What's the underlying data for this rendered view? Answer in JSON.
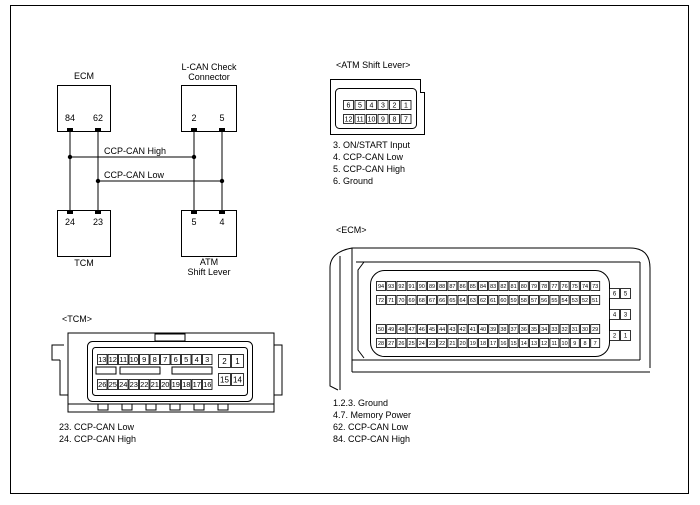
{
  "diagram": {
    "top": {
      "ecm": {
        "label": "ECM",
        "pins": [
          "84",
          "62"
        ]
      },
      "lcan": {
        "label_line1": "L-CAN Check",
        "label_line2": "Connector",
        "pins": [
          "2",
          "5"
        ]
      },
      "tcm": {
        "label": "TCM",
        "pins": [
          "24",
          "23"
        ]
      },
      "atm": {
        "label_line1": "ATM",
        "label_line2": "Shift Lever",
        "pins": [
          "5",
          "4"
        ]
      },
      "wire_high": "CCP-CAN High",
      "wire_low": "CCP-CAN Low"
    },
    "atm_connector": {
      "title": "<ATM Shift Lever>",
      "row1": [
        "6",
        "5",
        "4",
        "3",
        "2",
        "1"
      ],
      "row2": [
        "12",
        "11",
        "10",
        "9",
        "8",
        "7"
      ],
      "pins_list": [
        "3. ON/START Input",
        "4. CCP-CAN Low",
        "5. CCP-CAN High",
        "6. Ground"
      ]
    },
    "ecm_connector": {
      "title": "<ECM>",
      "row1": [
        "94",
        "93",
        "92",
        "91",
        "90",
        "89",
        "88",
        "87",
        "86",
        "85",
        "84",
        "83",
        "82",
        "81",
        "80",
        "79",
        "78",
        "77",
        "76",
        "75",
        "74",
        "73"
      ],
      "row2": [
        "72",
        "71",
        "70",
        "69",
        "68",
        "67",
        "66",
        "65",
        "64",
        "63",
        "62",
        "61",
        "60",
        "59",
        "58",
        "57",
        "56",
        "55",
        "54",
        "53",
        "52",
        "51"
      ],
      "row3": [
        "50",
        "49",
        "48",
        "47",
        "46",
        "45",
        "44",
        "43",
        "42",
        "41",
        "40",
        "39",
        "38",
        "37",
        "36",
        "35",
        "34",
        "33",
        "32",
        "31",
        "30",
        "29"
      ],
      "row4": [
        "28",
        "27",
        "26",
        "25",
        "24",
        "23",
        "22",
        "21",
        "20",
        "19",
        "18",
        "17",
        "16",
        "15",
        "14",
        "13",
        "12",
        "11",
        "10",
        "9",
        "8",
        "7"
      ],
      "side": [
        "6",
        "5",
        "4",
        "3",
        "2",
        "1"
      ],
      "pins_list": [
        "1.2.3. Ground",
        "4.7. Memory Power",
        "62. CCP-CAN Low",
        "84. CCP-CAN High"
      ]
    },
    "tcm_connector": {
      "title": "<TCM>",
      "row1": [
        "13",
        "12",
        "11",
        "10",
        "9",
        "8",
        "7",
        "6",
        "5",
        "4",
        "3"
      ],
      "row1_right": [
        "2",
        "1"
      ],
      "row2": [
        "26",
        "25",
        "24",
        "23",
        "22",
        "21",
        "20",
        "19",
        "18",
        "17",
        "16"
      ],
      "row2_right": [
        "15",
        "14"
      ],
      "pins_list": [
        "23. CCP-CAN Low",
        "24. CCP-CAN High"
      ]
    }
  }
}
